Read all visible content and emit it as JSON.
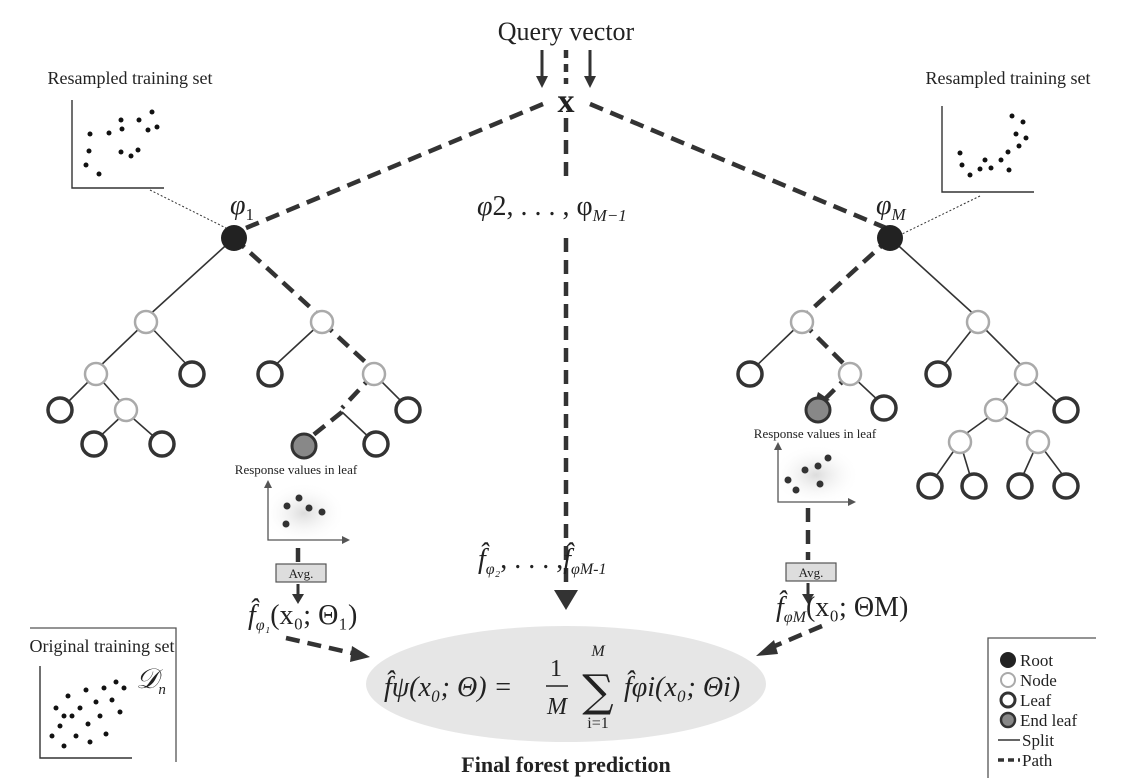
{
  "labels": {
    "query_vector": "Query vector",
    "x": "x",
    "resampled_left": "Resampled training set",
    "resampled_right": "Resampled training set",
    "phi_1": "φ",
    "phi_1_sub": "1",
    "phi_middle": "φ",
    "phi_middle_rest": "2, . . . , φ",
    "phi_middle_sub": "M−1",
    "phi_M": "φ",
    "phi_M_sub": "M",
    "response_left": "Response values in leaf",
    "response_right": "Response values in leaf",
    "avg_left": "Avg.",
    "avg_right": "Avg.",
    "f_left": "f̂",
    "f_left_sub": "φ₁",
    "f_left_args": "(x₀; Θ₁)",
    "f_middle": "f̂",
    "f_middle_mid": "φ₂",
    "f_middle_dots": ", . . . ,",
    "f_middle_end": "f̂",
    "f_middle_end_sub": "φM-1",
    "f_right": "f̂",
    "f_right_sub": "φM",
    "f_right_args": "(x₀; ΘM)",
    "original_set": "Original training set",
    "dn": "𝒟",
    "dn_sub": "n",
    "formula_lhs": "f̂ψ(x₀; Θ) =",
    "formula_frac_num": "1",
    "formula_frac_den": "M",
    "formula_sum_top": "M",
    "formula_sigma": "∑",
    "formula_sum_bottom": "i=1",
    "formula_rhs": "f̂φi(x₀; Θi)",
    "final_prediction": "Final forest prediction"
  },
  "legend": {
    "items": [
      {
        "label": "Root",
        "kind": "root"
      },
      {
        "label": "Node",
        "kind": "node"
      },
      {
        "label": "Leaf",
        "kind": "leaf"
      },
      {
        "label": "End leaf",
        "kind": "endleaf"
      },
      {
        "label": "Split",
        "kind": "split"
      },
      {
        "label": "Path",
        "kind": "path"
      }
    ]
  },
  "colors": {
    "root": "#222222",
    "node_stroke": "#aaaaaa",
    "leaf_stroke": "#333333",
    "endleaf_fill": "#888888",
    "ellipse_fill": "#e6e6e6",
    "avg_fill": "#dddddd"
  }
}
